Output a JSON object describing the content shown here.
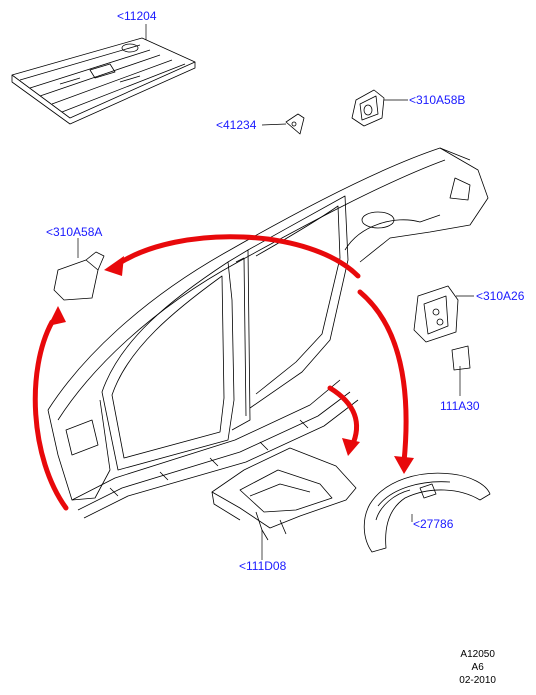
{
  "diagram": {
    "callouts": {
      "c11204": "<11204",
      "c310A58B": "<310A58B",
      "c41234": "<41234",
      "c310A58A": "<310A58A",
      "c310A26": "<310A26",
      "c111A30": "111A30",
      "c27786": "<27786",
      "c111D08": "<111D08"
    },
    "colors": {
      "callout": "#1a1aff",
      "arrow": "#e8090b",
      "line": "#000000"
    }
  },
  "footer": {
    "code": "A12050",
    "rev": "A6",
    "date": "02-2010"
  }
}
